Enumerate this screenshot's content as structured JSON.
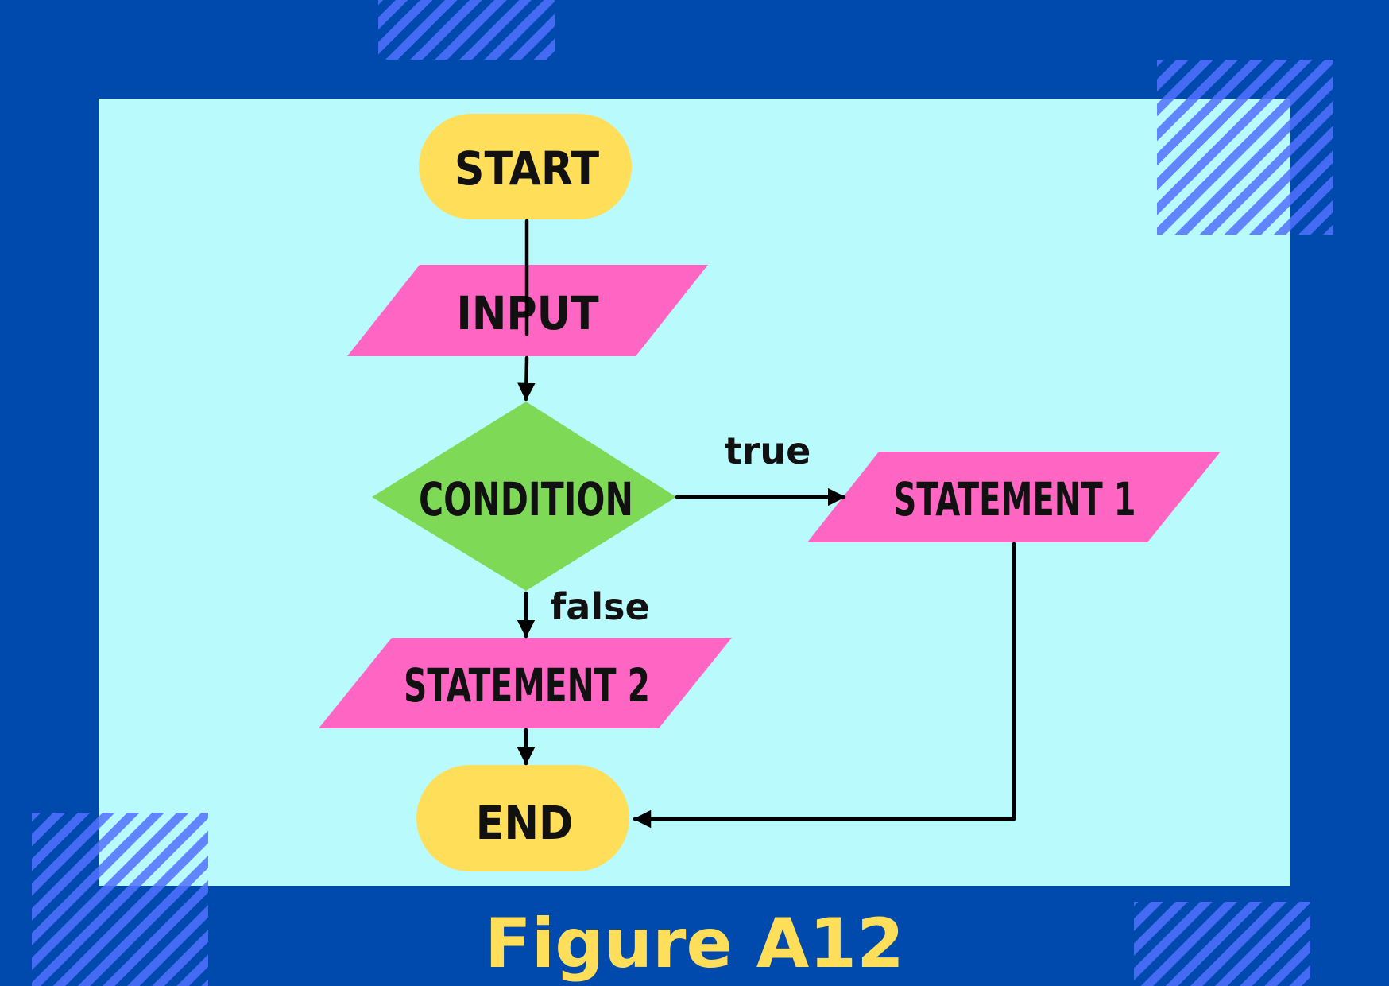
{
  "colors": {
    "frame": "#004aad",
    "canvas": "#b9fbfc",
    "stripe_overlay": "#5170ff",
    "terminal": "#ffde59",
    "io": "#ff66c4",
    "decision": "#7ed957",
    "edge": "#000000",
    "caption": "#ffde59"
  },
  "nodes": {
    "start": {
      "label": "START",
      "shape": "terminal"
    },
    "input": {
      "label": "INPUT",
      "shape": "parallelogram"
    },
    "condition": {
      "label": "CONDITION",
      "shape": "diamond"
    },
    "statement1": {
      "label": "STATEMENT 1",
      "shape": "parallelogram"
    },
    "statement2": {
      "label": "STATEMENT 2",
      "shape": "parallelogram"
    },
    "end": {
      "label": "END",
      "shape": "terminal"
    }
  },
  "edges": [
    {
      "from": "start",
      "to": "input",
      "label": ""
    },
    {
      "from": "input",
      "to": "condition",
      "label": ""
    },
    {
      "from": "condition",
      "to": "statement1",
      "label": "true"
    },
    {
      "from": "condition",
      "to": "statement2",
      "label": "false"
    },
    {
      "from": "statement2",
      "to": "end",
      "label": ""
    },
    {
      "from": "statement1",
      "to": "end",
      "label": ""
    }
  ],
  "caption": "Figure A12"
}
